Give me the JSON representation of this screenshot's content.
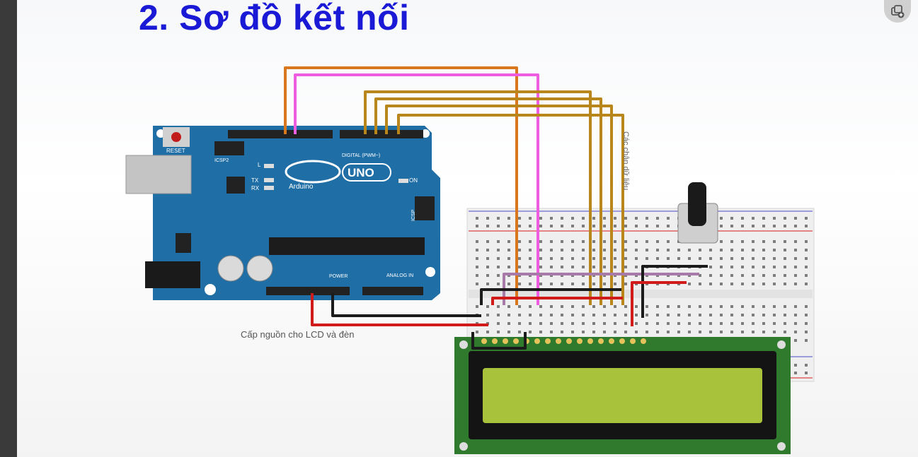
{
  "slide": {
    "title": "2. Sơ đồ kết nối"
  },
  "arduino": {
    "reset_label": "RESET",
    "icsp2_label": "ICSP2",
    "icsp_label": "ICSP",
    "l_label": "L",
    "tx_label": "TX",
    "rx_label": "RX",
    "on_label": "ON",
    "brand": "Arduino",
    "model": "UNO",
    "digital_label": "DIGITAL (PWM~)",
    "power_label": "POWER",
    "analog_label": "ANALOG IN"
  },
  "labels": {
    "power_note": "Cấp nguồn cho LCD và đèn",
    "data_note": "Các chân dữ liệu"
  },
  "colors": {
    "title": "#1a1ad6",
    "board": "#1f6ea6",
    "wire_orange": "#d9771e",
    "wire_pink": "#ee5ce0",
    "wire_brown": "#b8861b",
    "wire_red": "#d11a1a",
    "wire_black": "#1b1b1b",
    "wire_purple": "#a87aa8",
    "lcd_pcb": "#2f7a2c",
    "lcd_screen": "#a8c23c"
  },
  "icons": {
    "corner_button": "layers-add-icon"
  }
}
